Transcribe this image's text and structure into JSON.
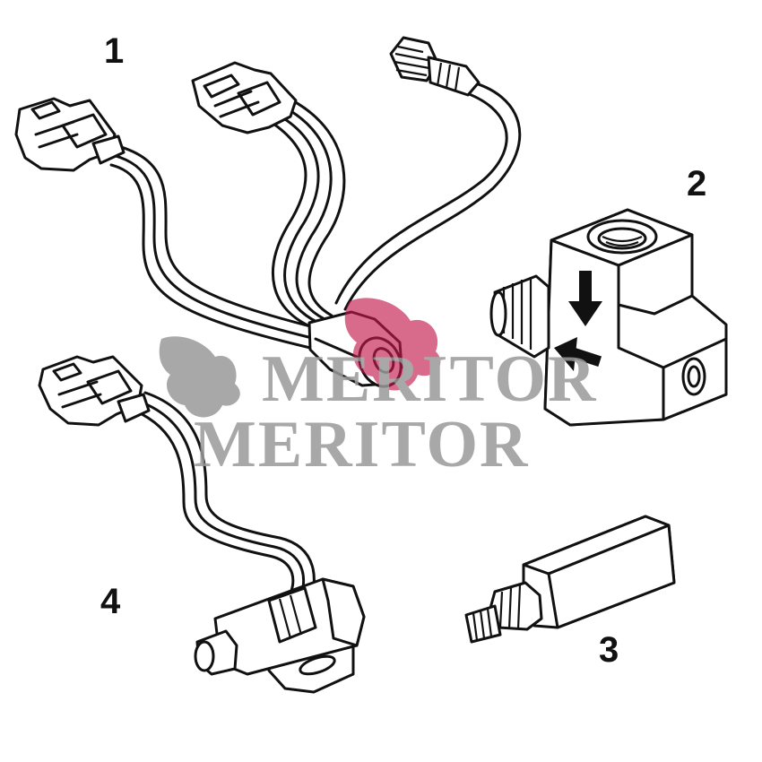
{
  "callouts": {
    "harness": "1",
    "tee_fitting": "2",
    "pressure_switch": "3",
    "sensor_with_bracket": "4"
  },
  "watermark": {
    "text_upper": "MERITOR",
    "text_lower": "MERITOR",
    "color_gray": "#9a9a9a",
    "color_magenta": "#c2184b"
  }
}
